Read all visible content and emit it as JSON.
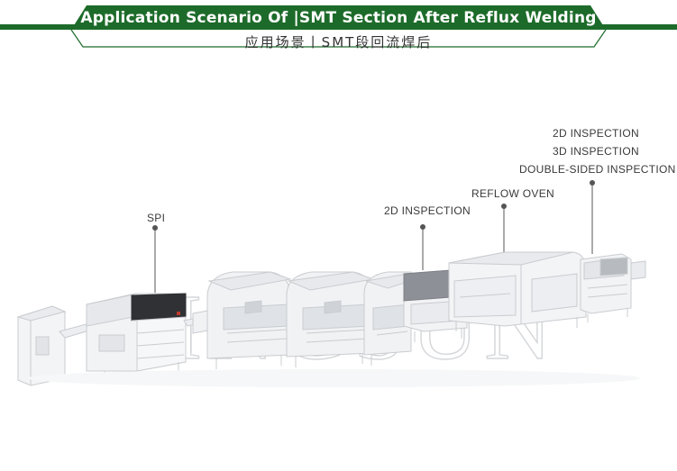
{
  "header": {
    "title": "Application Scenario Of |SMT Section After Reflux Welding",
    "subtitle": "应用场景丨SMT段回流焊后"
  },
  "watermark": {
    "text": "SINGSUN"
  },
  "labels": {
    "spi": "SPI",
    "inspection_2d_left": "2D INSPECTION",
    "reflow_oven": "REFLOW OVEN",
    "right_2d": "2D INSPECTION",
    "right_3d": "3D INSPECTION",
    "right_double": "DOUBLE-SIDED INSPECTION"
  },
  "colors": {
    "banner_green": "#1d6b2a",
    "banner_light": "#3f8f3f",
    "machine_body": "#f2f3f5",
    "machine_outline": "#c9ccd0",
    "spi_panel": "#2f3135",
    "pointer": "#555555"
  }
}
